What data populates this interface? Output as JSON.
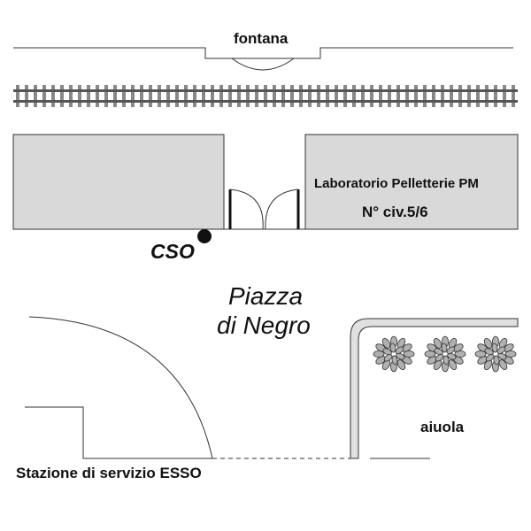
{
  "labels": {
    "fountain": "fontana",
    "shop_name": "Laboratorio Pelletterie PM",
    "civic_number": "N° civ.5/6",
    "cso": "CSO",
    "square_line1": "Piazza",
    "square_line2": "di Negro",
    "flowerbed": "aiuola",
    "gas_station": "Stazione di servizio ESSO"
  },
  "colors": {
    "line": "#333333",
    "building_fill": "#d9d9d9",
    "rail": "#555555",
    "tie": "#888888",
    "point": "#111111",
    "curb_fill": "#e0e0e0",
    "shrub": "#b0b0b0"
  }
}
